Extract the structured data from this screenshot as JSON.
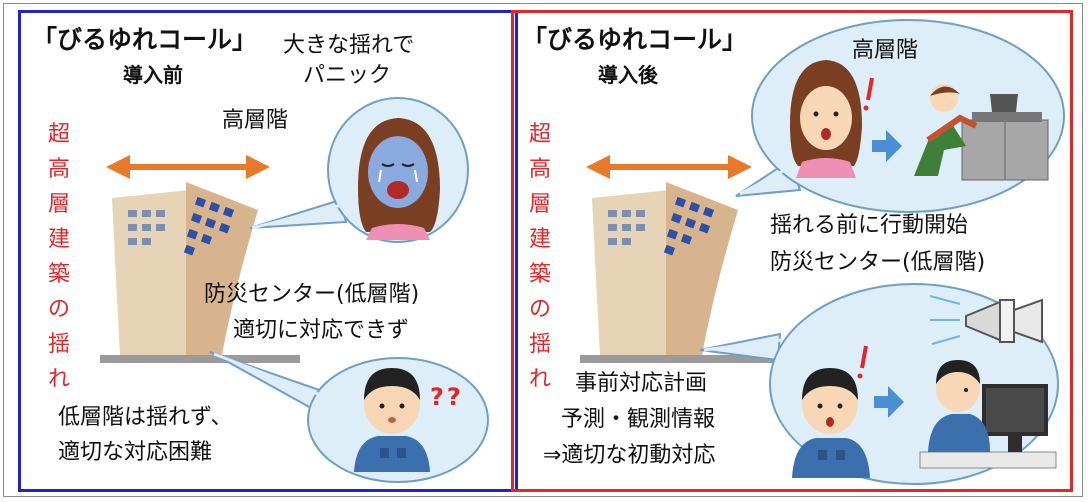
{
  "before": {
    "title": "「びるゆれコール」",
    "subtitle": "導入前",
    "vertical_label": "超高層建築の揺れ",
    "upper_floor": "高層階",
    "upper_reaction": [
      "大きな揺れで",
      "パニック"
    ],
    "center": [
      "防災センター(低層階)",
      "適切に対応できず"
    ],
    "lower_note": [
      "低層階は揺れず、",
      "適切な対応困難"
    ],
    "question_marks": "??"
  },
  "after": {
    "title": "「びるゆれコール」",
    "subtitle": "導入後",
    "vertical_label": "超高層建築の揺れ",
    "upper_floor": "高層階",
    "action_start": "揺れる前に行動開始",
    "center": "防災センター(低層階)",
    "plan": [
      "事前対応計画",
      "予測・観測情報",
      "⇒適切な初動対応"
    ]
  },
  "colors": {
    "before_border": "#1f23c8",
    "after_border": "#e4262a",
    "vertical_text": "#e4262a",
    "arrow_orange": "#e8782a",
    "bubble_fill": "#ddeef8",
    "bubble_stroke": "#6f9fc4",
    "flow_arrow": "#4a8fd4"
  }
}
